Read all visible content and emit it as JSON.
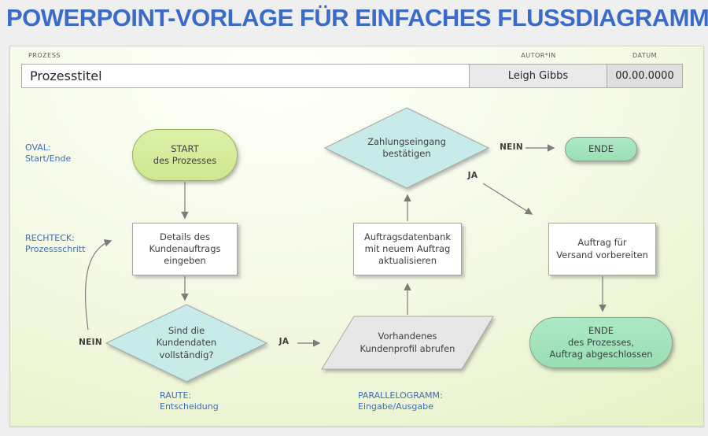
{
  "page": {
    "title": "POWERPOINT-VORLAGE FÜR EINFACHES FLUSSDIAGRAMM"
  },
  "form": {
    "prozess_label": "PROZESS",
    "prozess_value": "Prozesstitel",
    "autor_label": "AUTOR*IN",
    "autor_value": "Leigh Gibbs",
    "datum_label": "DATUM",
    "datum_value": "00.00.0000"
  },
  "annotations": {
    "oval": "OVAL:\nStart/Ende",
    "rechteck": "RECHTECK:\nProzessschritt",
    "raute": "RAUTE:\nEntscheidung",
    "parallelogramm": "PARALLELOGRAMM:\nEingabe/Ausgabe"
  },
  "nodes": {
    "start": "START\ndes Prozesses",
    "details": "Details des\nKundenauftrags\neingeben",
    "kundendaten_frage": "Sind die\nKundendaten\nvollständig?",
    "profil": "Vorhandenes\nKundenprofil abrufen",
    "datenbank": "Auftragsdatenbank\nmit neuem Auftrag\naktualisieren",
    "zahlung_frage": "Zahlungseingang\nbestätigen",
    "ende_kurz": "ENDE",
    "versand": "Auftrag für\nVersand vorbereiten",
    "ende_final": "ENDE\ndes Prozesses,\nAuftrag abgeschlossen"
  },
  "edge_labels": {
    "nein_unten": "NEIN",
    "ja_unten": "JA",
    "nein_oben": "NEIN",
    "ja_oben": "JA"
  },
  "colors": {
    "title_blue": "#3A6BC8",
    "annotation_blue": "#3E6CB5",
    "start_green": "#D5EE9E",
    "start_border": "#9CB25A",
    "mint_green": "#A2E5C0",
    "diamond_cyan": "#C7EBE8",
    "parallelogram_gray": "#E7E7E7",
    "connector_gray": "#7C7C7C",
    "card_gradient_light": "#FEFFFA",
    "card_gradient_green": "#E0EFB8"
  }
}
